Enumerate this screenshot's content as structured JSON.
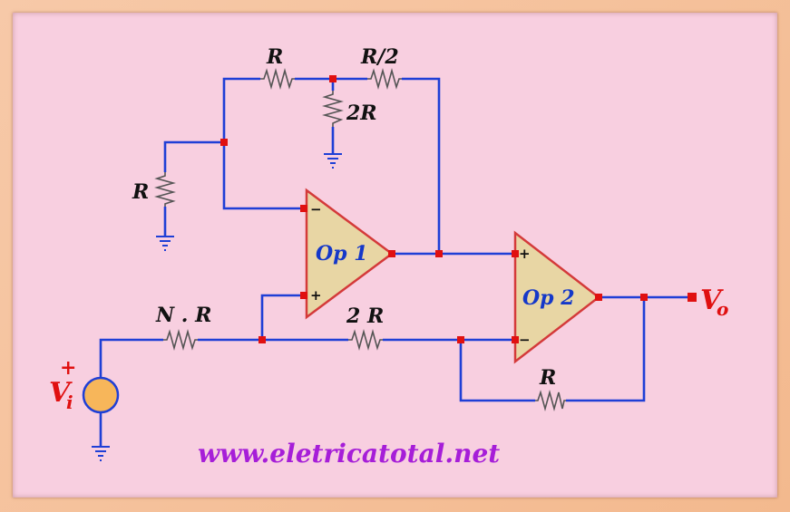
{
  "labels": {
    "r_top": "R",
    "r_half": "R/2",
    "r_2r_shunt": "2R",
    "r_left": "R",
    "r_nr": "N . R",
    "r_2r_series": "2 R",
    "r_feedback": "R",
    "op1": "Op 1",
    "op2": "Op 2",
    "input_v": "V",
    "input_sub": "i",
    "input_plus": "+",
    "output_v": "V",
    "output_sub": "o",
    "op1_minus": "−",
    "op1_plus": "+",
    "op2_plus": "+",
    "op2_minus": "−"
  },
  "footer": {
    "url": "www.eletricatotal.net"
  },
  "colors": {
    "wire": "#1f3fd6",
    "node": "#e01010",
    "opamp_fill": "#e8d6a4",
    "opamp_stroke": "#d43a3a",
    "source_fill": "#f7b65a",
    "panel": "#f8cfe0",
    "url": "#a61ed8"
  }
}
